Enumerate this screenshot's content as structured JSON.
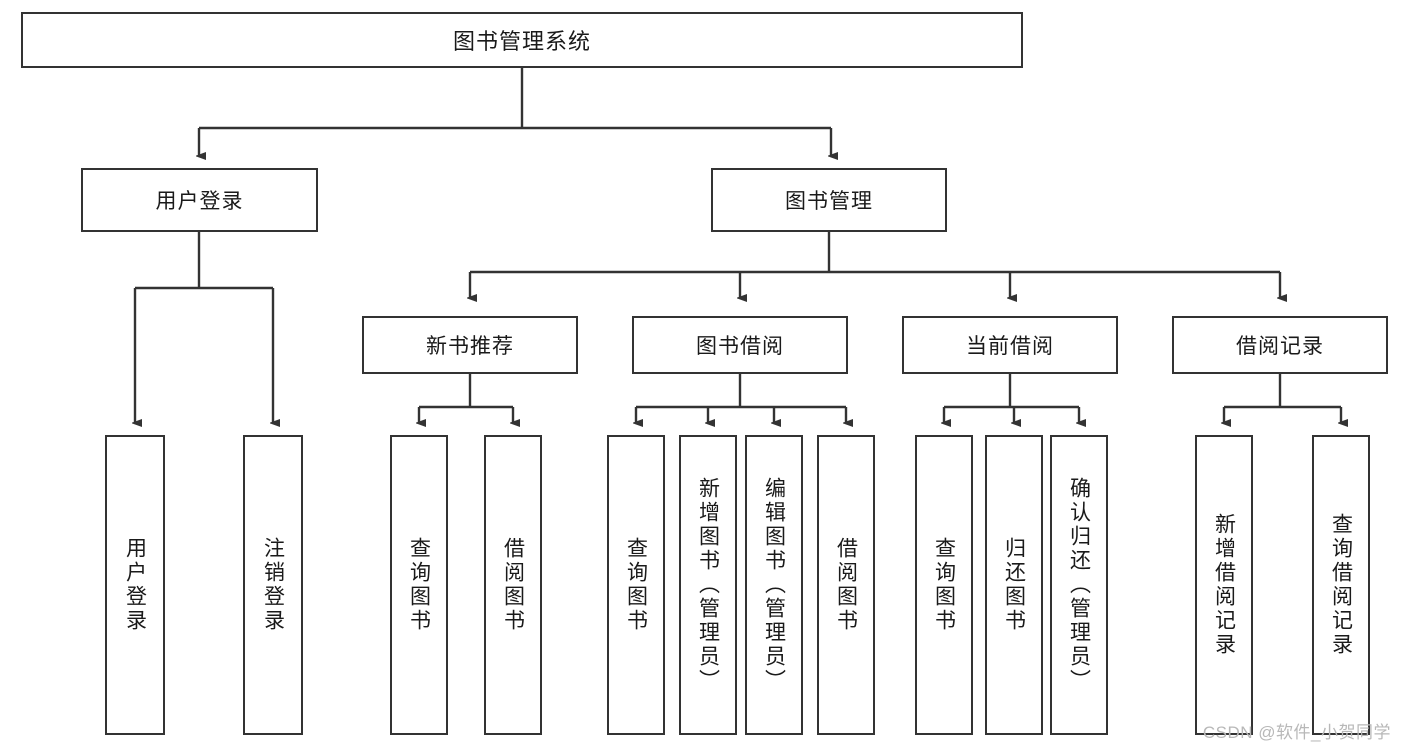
{
  "diagram": {
    "title": "图书管理系统",
    "type": "tree-hierarchy",
    "watermark": "CSDN @软件_小贺同学",
    "colors": {
      "box_border": "#333333",
      "box_fill": "#ffffff",
      "connector": "#333333",
      "text": "#1a1a1a",
      "watermark": "#b8b8b8"
    },
    "root": {
      "label": "图书管理系统"
    },
    "level2": [
      {
        "label": "用户登录"
      },
      {
        "label": "图书管理"
      }
    ],
    "level3": [
      {
        "label": "新书推荐"
      },
      {
        "label": "图书借阅"
      },
      {
        "label": "当前借阅"
      },
      {
        "label": "借阅记录"
      }
    ],
    "leaves": {
      "user_login": [
        {
          "label": "用户登录"
        },
        {
          "label": "注销登录"
        }
      ],
      "new_book_recommend": [
        {
          "label": "查询图书"
        },
        {
          "label": "借阅图书"
        }
      ],
      "book_borrow": [
        {
          "label": "查询图书"
        },
        {
          "label": "新增图书（管理员）"
        },
        {
          "label": "编辑图书（管理员）"
        },
        {
          "label": "借阅图书"
        }
      ],
      "current_borrow": [
        {
          "label": "查询图书"
        },
        {
          "label": "归还图书"
        },
        {
          "label": "确认归还（管理员）"
        }
      ],
      "borrow_record": [
        {
          "label": "新增借阅记录"
        },
        {
          "label": "查询借阅记录"
        }
      ]
    }
  }
}
